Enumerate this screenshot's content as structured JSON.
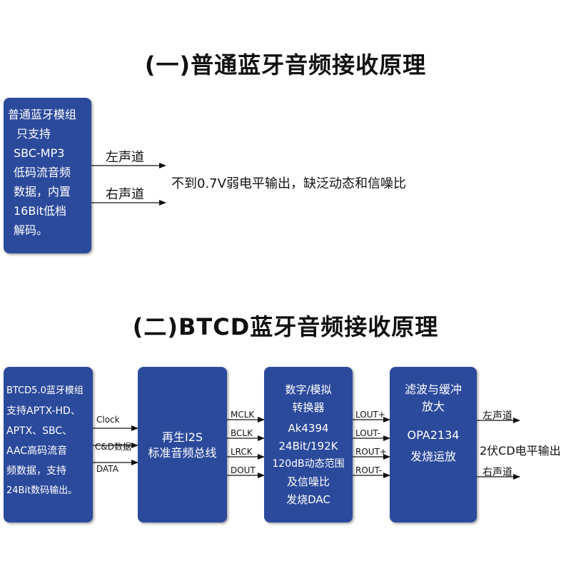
{
  "section1": {
    "title": "(一)普通蓝牙音频接收原理",
    "module_lines": [
      "普通蓝牙模组",
      "只支持",
      "SBC-MP3",
      "低码流音频",
      "数据，内置",
      "16Bit低档",
      "解码。"
    ],
    "left_channel": "左声道",
    "right_channel": "右声道",
    "output_note": "不到0.7V弱电平输出，缺泛动态和信噪比"
  },
  "section2": {
    "title": "(二)BTCD蓝牙音频接收原理",
    "bt_module_lines": [
      "BTCD5.0蓝牙模组",
      "支持APTX-HD、",
      "APTX、SBC、",
      "AAC高码流音",
      "频数据，支持",
      "24Bit数码输出。"
    ],
    "bt_signals": [
      "Clock",
      "C&D数据",
      "DATA"
    ],
    "i2s_lines": [
      "再生I2S",
      "标准音频总线"
    ],
    "i2s_signals": [
      "MCLK",
      "BCLK",
      "LRCK",
      "DOUT"
    ],
    "dac_lines": [
      "数字/模拟",
      "转换器",
      "Ak4394",
      "24Bit/192K",
      "120dB动态范围",
      "及信噪比",
      "发烧DAC"
    ],
    "dac_signals": [
      "LOUT+",
      "LOUT-",
      "ROUT+",
      "ROUT-"
    ],
    "filter_lines": [
      "滤波与缓冲",
      "放大",
      "OPA2134",
      "发烧运放"
    ],
    "left_channel": "左声道",
    "right_channel": "右声道",
    "output_note": "2伏CD电平输出"
  },
  "colors": {
    "box": "#2c4a9c",
    "arrow": "#111111"
  }
}
